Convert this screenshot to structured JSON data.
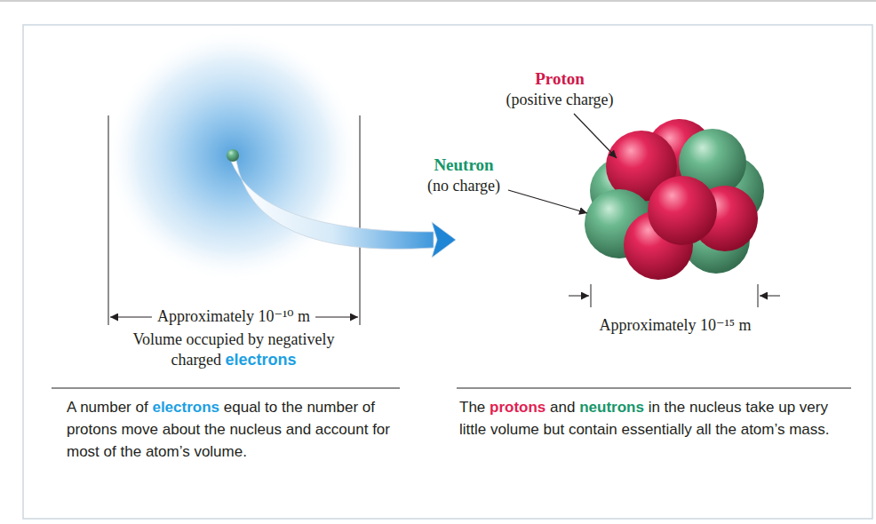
{
  "diagram": {
    "labels": [
      "Proton",
      "(positive charge)",
      "Neutron",
      "(no charge)",
      "Approximately 10⁻¹⁰ m",
      "Volume occupied by negatively charged electrons",
      "Approximately 10⁻¹⁵ m",
      "A number of electrons equal to the number of protons move about the nucleus and account for most of the atom’s volume.",
      "The protons and neutrons in the nucleus take up very little volume but contain essentially all the atom’s mass."
    ]
  }
}
